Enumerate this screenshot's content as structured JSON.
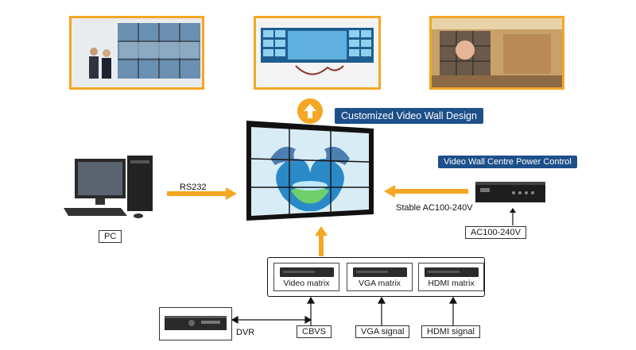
{
  "headline": "Customized Video Wall Design",
  "power_control_title": "Video Wall Centre Power Control",
  "labels": {
    "rs232": "RS232",
    "pc": "PC",
    "stable_ac": "Stable AC100-240V",
    "ac_input": "AC100-240V",
    "dvr": "DVR",
    "cbvs": "CBVS",
    "vga_signal": "VGA signal",
    "hdmi_signal": "HDMI signal"
  },
  "matrices": [
    {
      "label": "Video matrix"
    },
    {
      "label": "VGA matrix"
    },
    {
      "label": "HDMI matrix"
    }
  ],
  "colors": {
    "accent": "#f5a623",
    "badge": "#1d4f8a"
  }
}
